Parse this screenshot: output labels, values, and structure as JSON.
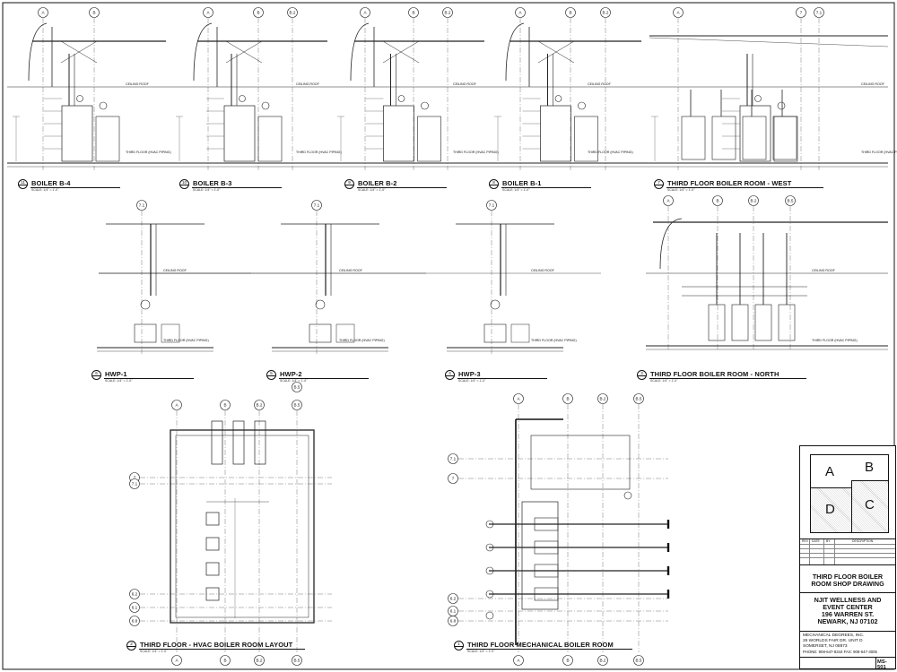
{
  "sheet": {
    "grid_labels": [
      "A",
      "B",
      "B.2",
      "B.5",
      "7",
      "7.1",
      "6.2",
      "6.1",
      "6.8",
      "6"
    ],
    "views": [
      {
        "num": "11",
        "title": "BOILER B-4",
        "scale": "SCALE: 1/4\" = 1'-0\""
      },
      {
        "num": "10",
        "title": "BOILER B-3",
        "scale": "SCALE: 1/4\" = 1'-0\""
      },
      {
        "num": "9",
        "title": "BOILER B-2",
        "scale": "SCALE: 1/4\" = 1'-0\""
      },
      {
        "num": "8",
        "title": "BOILER B-1",
        "scale": "SCALE: 1/4\" = 1'-0\""
      },
      {
        "num": "7",
        "title": "THIRD FLOOR BOILER ROOM - WEST",
        "scale": "SCALE: 1/4\" = 1'-0\""
      },
      {
        "num": "6",
        "title": "HWP-1",
        "scale": "SCALE: 1/4\" = 1'-0\""
      },
      {
        "num": "5",
        "title": "HWP-2",
        "scale": "SCALE: 1/4\" = 1'-0\""
      },
      {
        "num": "4",
        "title": "HWP-3",
        "scale": "SCALE: 1/4\" = 1'-0\""
      },
      {
        "num": "3",
        "title": "THIRD FLOOR BOILER ROOM - NORTH",
        "scale": "SCALE: 1/4\" = 1'-0\""
      },
      {
        "num": "2",
        "title": "THIRD FLOOR - HVAC BOILER ROOM LAYOUT",
        "scale": "SCALE: 1/4\" = 1'-0\""
      },
      {
        "num": "1",
        "title": "THIRD FLOOR MECHANICAL BOILER ROOM",
        "scale": "SCALE: 1/4\" = 1'-0\""
      }
    ],
    "elev_labels": {
      "ceiling": "CEILING ROOF",
      "floor": "THIRD FLOOR (HVAC PIPING)"
    }
  },
  "title_block": {
    "key_plan": {
      "a": "A",
      "b": "B",
      "c": "C",
      "d": "D"
    },
    "revision_headers": [
      "REV",
      "DATE",
      "BY",
      "DESCRIPTION"
    ],
    "drawing_title": "THIRD FLOOR BOILER ROOM SHOP DRAWING",
    "project": [
      "NJIT WELLNESS AND",
      "EVENT CENTER",
      "196 WARREN ST.",
      "NEWARK, NJ 07102"
    ],
    "contractor": [
      "MECHANICAL DEGREES, INC.",
      "26 WORLDS FAIR DR. UNIT D",
      "SOMERSET, NJ 08873",
      "PHONE: 908-647-8344 FAX: 908-647-3005"
    ],
    "sheet_number": "MS-501"
  }
}
